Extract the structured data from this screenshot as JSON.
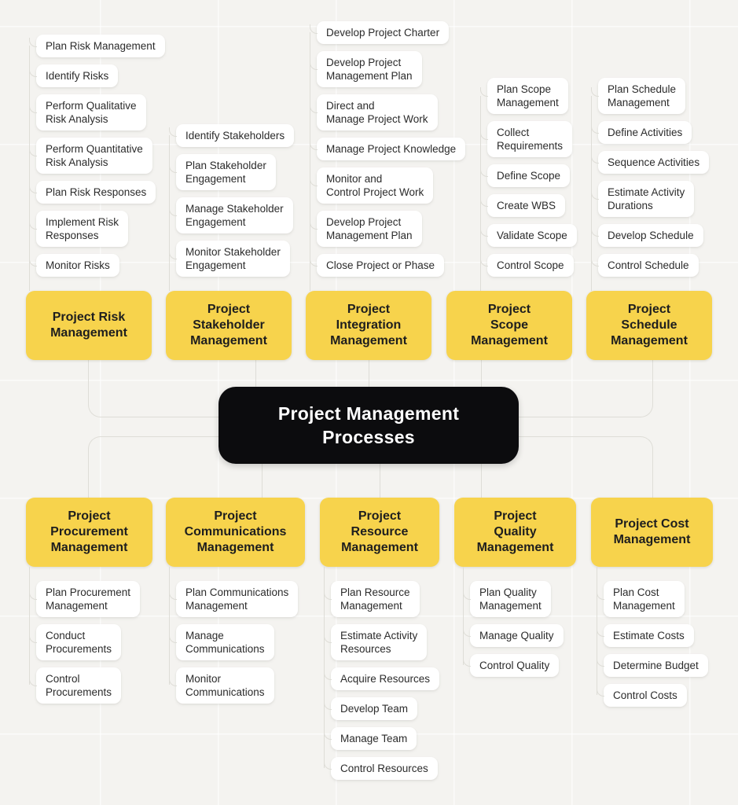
{
  "colors": {
    "canvas_background": "#F4F3F0",
    "category_yellow": "#F7D34C",
    "center_black": "#0C0C0E",
    "leaf_white": "#FFFFFF",
    "connector_gray": "#DEDDD7",
    "text_dark": "#1E1E1E",
    "center_text": "#FFFFFF"
  },
  "center": {
    "label": "Project Management\nProcesses"
  },
  "branches": {
    "risk": {
      "label": "Project Risk\nManagement",
      "items": [
        "Plan Risk Management",
        "Identify Risks",
        "Perform Qualitative\nRisk Analysis",
        "Perform Quantitative\nRisk Analysis",
        "Plan Risk Responses",
        "Implement Risk\nResponses",
        "Monitor Risks"
      ]
    },
    "stakeholder": {
      "label": "Project\nStakeholder\nManagement",
      "items": [
        "Identify Stakeholders",
        "Plan Stakeholder\nEngagement",
        "Manage Stakeholder\nEngagement",
        "Monitor Stakeholder\nEngagement"
      ]
    },
    "integration": {
      "label": "Project\nIntegration\nManagement",
      "items": [
        "Develop Project Charter",
        "Develop Project\nManagement Plan",
        "Direct and\nManage Project Work",
        "Manage Project Knowledge",
        "Monitor and\nControl Project Work",
        "Develop Project\nManagement Plan",
        "Close Project or Phase"
      ]
    },
    "scope": {
      "label": "Project\nScope\nManagement",
      "items": [
        "Plan Scope\nManagement",
        "Collect\nRequirements",
        "Define Scope",
        "Create WBS",
        "Validate Scope",
        "Control Scope"
      ]
    },
    "schedule": {
      "label": "Project\nSchedule\nManagement",
      "items": [
        "Plan Schedule\nManagement",
        "Define Activities",
        "Sequence Activities",
        "Estimate Activity\nDurations",
        "Develop Schedule",
        "Control Schedule"
      ]
    },
    "procurement": {
      "label": "Project\nProcurement\nManagement",
      "items": [
        "Plan Procurement\nManagement",
        "Conduct\nProcurements",
        "Control\nProcurements"
      ]
    },
    "communications": {
      "label": "Project\nCommunications\nManagement",
      "items": [
        "Plan Communications\nManagement",
        "Manage\nCommunications",
        "Monitor\nCommunications"
      ]
    },
    "resource": {
      "label": "Project\nResource\nManagement",
      "items": [
        "Plan Resource\nManagement",
        "Estimate Activity\nResources",
        "Acquire Resources",
        "Develop Team",
        "Manage Team",
        "Control Resources"
      ]
    },
    "quality": {
      "label": "Project\nQuality\nManagement",
      "items": [
        "Plan Quality\nManagement",
        "Manage Quality",
        "Control Quality"
      ]
    },
    "cost": {
      "label": "Project Cost\nManagement",
      "items": [
        "Plan Cost\nManagement",
        "Estimate Costs",
        "Determine Budget",
        "Control Costs"
      ]
    }
  }
}
